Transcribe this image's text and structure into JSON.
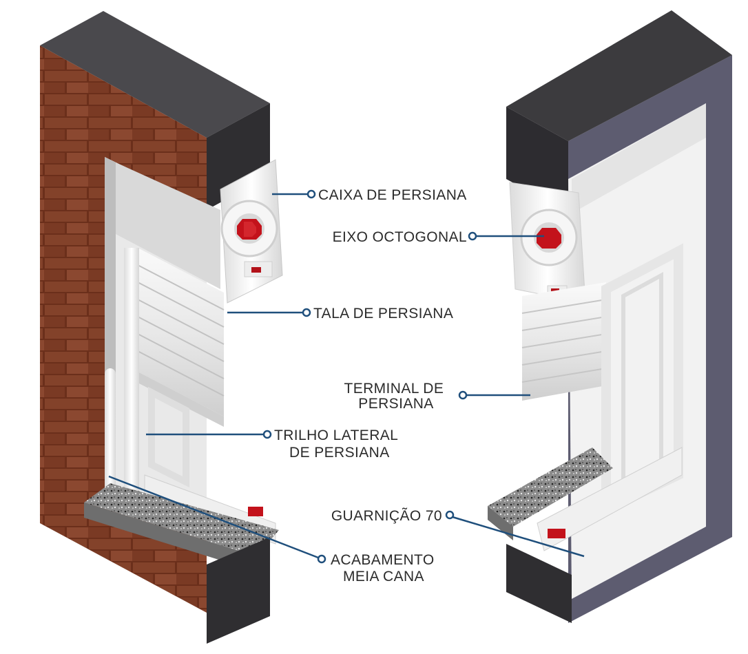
{
  "diagram": {
    "colors": {
      "leader_line": "#1f4f7c",
      "label_text": "#2b2b2b",
      "brick": "#7a3b22",
      "concrete_dark": "#3c3b3e",
      "concrete_side": "#5d5c70",
      "pvc_white": "#f1f1f1",
      "axle_red": "#c3121b",
      "granite": "#8a8a8a"
    },
    "callouts": {
      "caixa": {
        "lines": [
          "CAIXA DE PERSIANA"
        ]
      },
      "eixo": {
        "lines": [
          "EIXO OCTOGONAL"
        ]
      },
      "tala": {
        "lines": [
          "TALA DE PERSIANA"
        ]
      },
      "terminal": {
        "lines": [
          "TERMINAL DE",
          "PERSIANA"
        ]
      },
      "trilho": {
        "lines": [
          "TRILHO LATERAL",
          "DE PERSIANA"
        ]
      },
      "guarnicao": {
        "lines": [
          "GUARNIÇÃO 70"
        ]
      },
      "acabamento": {
        "lines": [
          "ACABAMENTO",
          "MEIA CANA"
        ]
      }
    }
  }
}
